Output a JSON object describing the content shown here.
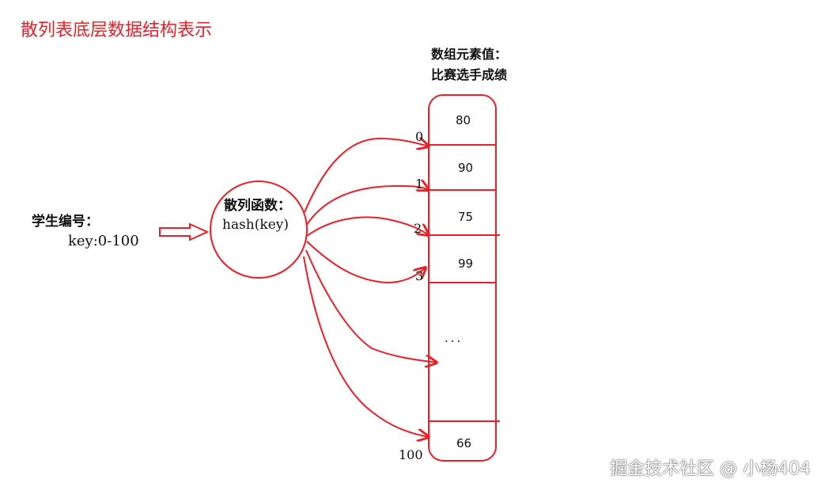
{
  "title": "散列表底层数据结构表示",
  "array_header": {
    "line1": "数组元素值：",
    "line2": "比赛选手成绩"
  },
  "input": {
    "label": "学生编号：",
    "range": "key:0-100"
  },
  "hash_function": {
    "label": "散列函数：",
    "expression": "hash(key)"
  },
  "array": {
    "cells": [
      {
        "index": "0",
        "value": "80"
      },
      {
        "index": "1",
        "value": "90"
      },
      {
        "index": "2",
        "value": "75"
      },
      {
        "index": "3",
        "value": "99"
      },
      {
        "index": "",
        "value": "..."
      },
      {
        "index": "100",
        "value": "66"
      }
    ]
  },
  "watermark": "掘金技术社区 @ 小杨404",
  "colors": {
    "accent": "#e8202a",
    "text": "#111111",
    "background": "#ffffff"
  }
}
